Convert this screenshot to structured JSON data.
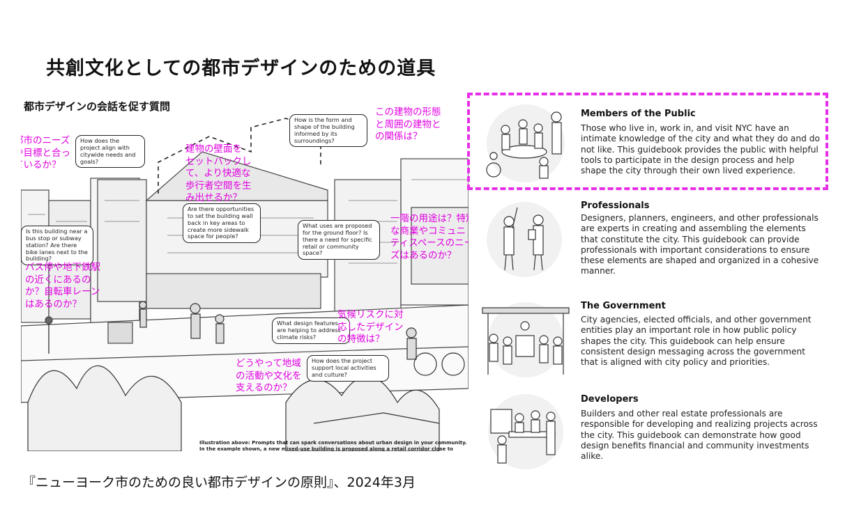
{
  "slide": {
    "title": "共創文化としての都市デザインのための道具",
    "caption": "『ニューヨーク市のための良い都市デザインの原則』、2024年3月"
  },
  "illustration": {
    "heading": "都市デザインの会話を促す質問",
    "bubbles": [
      "How does the project align with citywide needs and goals?",
      "How is the form and shape of the building informed by its surroundings?",
      "Are there opportunities to set the building wall back in key areas to create more sidewalk space for people?",
      "Is this building near a bus stop or subway station? Are there bike lanes next to the building?",
      "What uses are proposed for the ground floor? Is there a need for specific retail or community space?",
      "What design features are helping to address climate risks?",
      "How does the project support local activities and culture?"
    ],
    "annotations": [
      "都市のニーズ\nや目標と合っ\nているか？",
      "この建物の形態\nと周囲の建物と\nの関係は？",
      "建物の壁面を\nセットバックし\nて、より快適な\n歩行者空間を生\nみ出せるか？",
      "一階の用途は？特別\nな商業やコミュニ\nティスペースのニー\nズはあるのか？",
      "バス停や地下鉄駅\nの近くにあるの\nか？自転車レーン\nはあるのか？",
      "気候リスクに対\n応したデザイン\nの特徴は？",
      "どうやって地域\nの活動や文化を\n支えるのか？"
    ],
    "note": "Illustration above: Prompts that can spark conversations about urban design in your community. In the example shown, a new mixed-use building is proposed along a retail corridor close to public transit."
  },
  "stakeholders": [
    {
      "name": "Members of the Public",
      "text": "Those who live in, work in, and visit NYC have an intimate knowledge of the city and what they do and do not like. This guidebook provides the public with helpful tools to participate in the design process and help shape the city through their own lived experience."
    },
    {
      "name": "Professionals",
      "text": "Designers, planners, engineers, and other professionals are experts in creating and assembling the elements that constitute the city. This guidebook can provide professionals with important considerations to ensure these elements are shaped and organized in a cohesive manner."
    },
    {
      "name": "The Government",
      "text": "City agencies, elected officials, and other government entities play an important role in how public policy shapes the city. This guidebook can help ensure consistent design messaging across the government that is aligned with city policy and priorities."
    },
    {
      "name": "Developers",
      "text": "Builders and other real estate professionals are responsible for developing and realizing projects across the city. This guidebook can demonstrate how good design benefits financial and community investments alike."
    }
  ],
  "colors": {
    "annotation": "#e100e1",
    "highlight": "#e82ee8"
  }
}
